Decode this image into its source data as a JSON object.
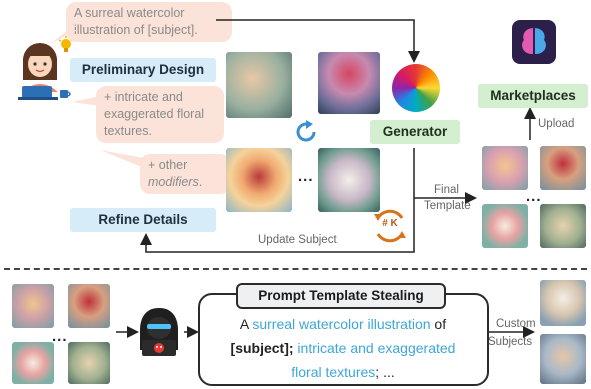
{
  "bubbles": {
    "prompt": "A surreal watercolor illustration of [subject].",
    "modifier1": "+ intricate and exaggerated floral textures.",
    "modifier2_plain": "+ other",
    "modifier2_italic": "modifiers",
    "modifier2_end": "."
  },
  "labels": {
    "preliminary_design": "Preliminary Design",
    "refine_details": "Refine Details",
    "generator": "Generator",
    "marketplaces": "Marketplaces",
    "upload": "Upload",
    "final_template_1": "Final",
    "final_template_2": "Template",
    "update_subject": "Update Subject",
    "hashk": "# K",
    "ellipsis": "..."
  },
  "stealing": {
    "title": "Prompt Template Stealing",
    "t1": "A ",
    "t2": "surreal watercolor illustration",
    "t3": " of",
    "t4": "[subject];",
    "t5": " intricate and exaggerated",
    "t6": "floral textures",
    "t7": "; ...",
    "custom_1": "Custom",
    "custom_2": "Subjects"
  },
  "colors": {
    "bubble": "#fbe3d9",
    "blue_label": "#d6ecf8",
    "green_label": "#d3efd0",
    "highlight": "#3da6d8",
    "refresh": "#d9731a"
  },
  "icons": [
    "designer-avatar-icon",
    "lightbulb-icon",
    "laptop-icon",
    "coffee-cup-icon",
    "color-wheel-icon",
    "refresh-icon",
    "hashk-cycle-icon",
    "ai-brain-logo-icon",
    "hacker-icon"
  ]
}
